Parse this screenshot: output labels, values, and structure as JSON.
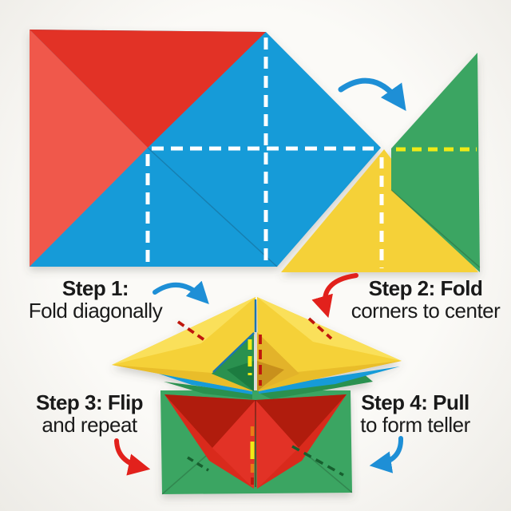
{
  "background_color": "#fbfaf7",
  "text_color": "#1a1a1a",
  "paper_colors": {
    "red": "#e23227",
    "red_light": "#f0584c",
    "red_mid": "#d92b1d",
    "red_dark": "#b01c10",
    "blue": "#189bd8",
    "blue_edge": "#1b74b0",
    "yellow": "#f5d139",
    "yellow_light": "#fae05a",
    "yellow_dark": "#e9bd2c",
    "gold": "#e3b32a",
    "gold_dark": "#c8901c",
    "green": "#3ba562",
    "green_pocket": "#2a9150",
    "green_dark": "#1d7c41"
  },
  "dash_colors": {
    "white": "#ffffff",
    "yellow": "#f0ea14",
    "red": "#bf150a",
    "orange": "#e87d12",
    "green": "#175e2e"
  },
  "arrow_colors": {
    "blue": "#1e8fd6",
    "red": "#e2211c"
  },
  "arrows": {
    "top_fold_arrow": "blue curved arrow",
    "step1_arrow": "blue curved arrow",
    "step2_arrow": "red curved arrow",
    "step3_arrow": "red curved arrow",
    "step4_arrow": "blue curved arrow"
  },
  "steps": [
    {
      "bold": "Step 1:",
      "rest": "Fold diagonally"
    },
    {
      "bold": "Step 2: Fold",
      "rest": "corners to center"
    },
    {
      "bold": "Step 3: Flip",
      "rest": "and repeat"
    },
    {
      "bold": "Step 4: Pull",
      "rest": "to form teller"
    }
  ]
}
